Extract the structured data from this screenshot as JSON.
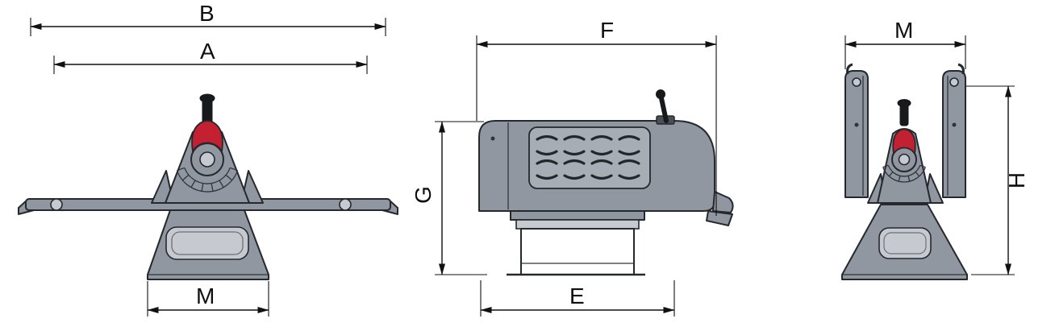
{
  "figure": {
    "type": "technical-dimension-drawing",
    "subject": "dough sheeter machine, three orthographic views",
    "views": [
      {
        "id": "front",
        "dimension_labels": [
          "B",
          "A",
          "M"
        ]
      },
      {
        "id": "side",
        "dimension_labels": [
          "F",
          "G",
          "E"
        ]
      },
      {
        "id": "end",
        "dimension_labels": [
          "M",
          "H"
        ]
      }
    ],
    "labels": {
      "front_overall_width": "B",
      "front_table_width": "A",
      "front_base_width": "M",
      "side_depth": "F",
      "side_height": "G",
      "side_base_depth": "E",
      "end_width": "M",
      "end_height": "H"
    },
    "colors": {
      "machine_body": "#9097a0",
      "machine_light": "#c6cad0",
      "outline": "#25282d",
      "accent_red": "#c32032",
      "dimension_line": "#111111",
      "background": "#ffffff"
    }
  }
}
